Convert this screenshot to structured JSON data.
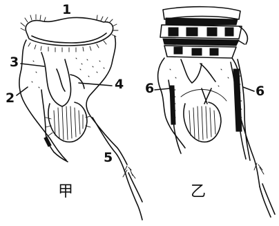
{
  "labels": {
    "l1": "1",
    "l2": "2",
    "l3": "3",
    "l4": "4",
    "l5": "5",
    "l6a": "6",
    "l6b": "6"
  },
  "captions": {
    "left": "甲",
    "right": "乙"
  }
}
